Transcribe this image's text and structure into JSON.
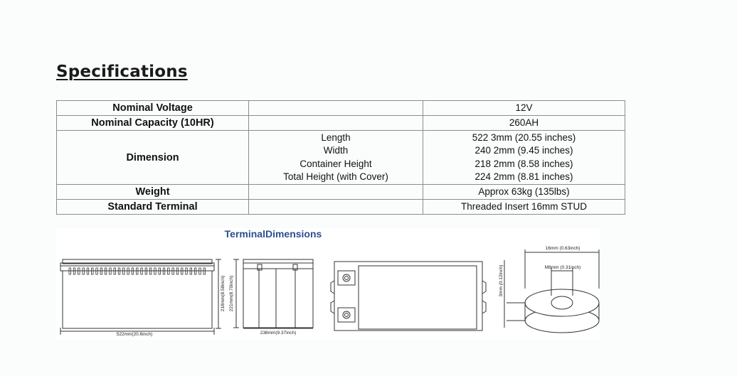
{
  "heading": "Specifications",
  "specs": {
    "voltage": {
      "label": "Nominal Voltage",
      "value": "12V"
    },
    "capacity": {
      "label": "Nominal Capacity (10HR)",
      "value": "260AH"
    },
    "dimension": {
      "label": "Dimension",
      "rows": [
        {
          "label": "Length",
          "value": "522 3mm (20.55 inches)"
        },
        {
          "label": "Width",
          "value": "240 2mm (9.45 inches)"
        },
        {
          "label": "Container Height",
          "value": "218 2mm (8.58 inches)"
        },
        {
          "label": "Total Height (with Cover)",
          "value": "224 2mm (8.81 inches)"
        }
      ]
    },
    "weight": {
      "label": "Weight",
      "value": "Approx 63kg (135lbs)"
    },
    "terminal": {
      "label": "Standard Terminal",
      "value": "Threaded Insert 16mm STUD"
    }
  },
  "drawing": {
    "title": "TerminalDimensions",
    "length_label": "522mm(20.6inch)",
    "height_label_a": "218mm(8.58inch)",
    "height_label_b": "221mm(8.70inch)",
    "width_label": "238mm(9.37inch)",
    "stud_height_label": "3mm (0.12inch)",
    "outer_diam_label": "16mm (0.63inch)",
    "thread_label": "M8mm (0.31inch)"
  }
}
